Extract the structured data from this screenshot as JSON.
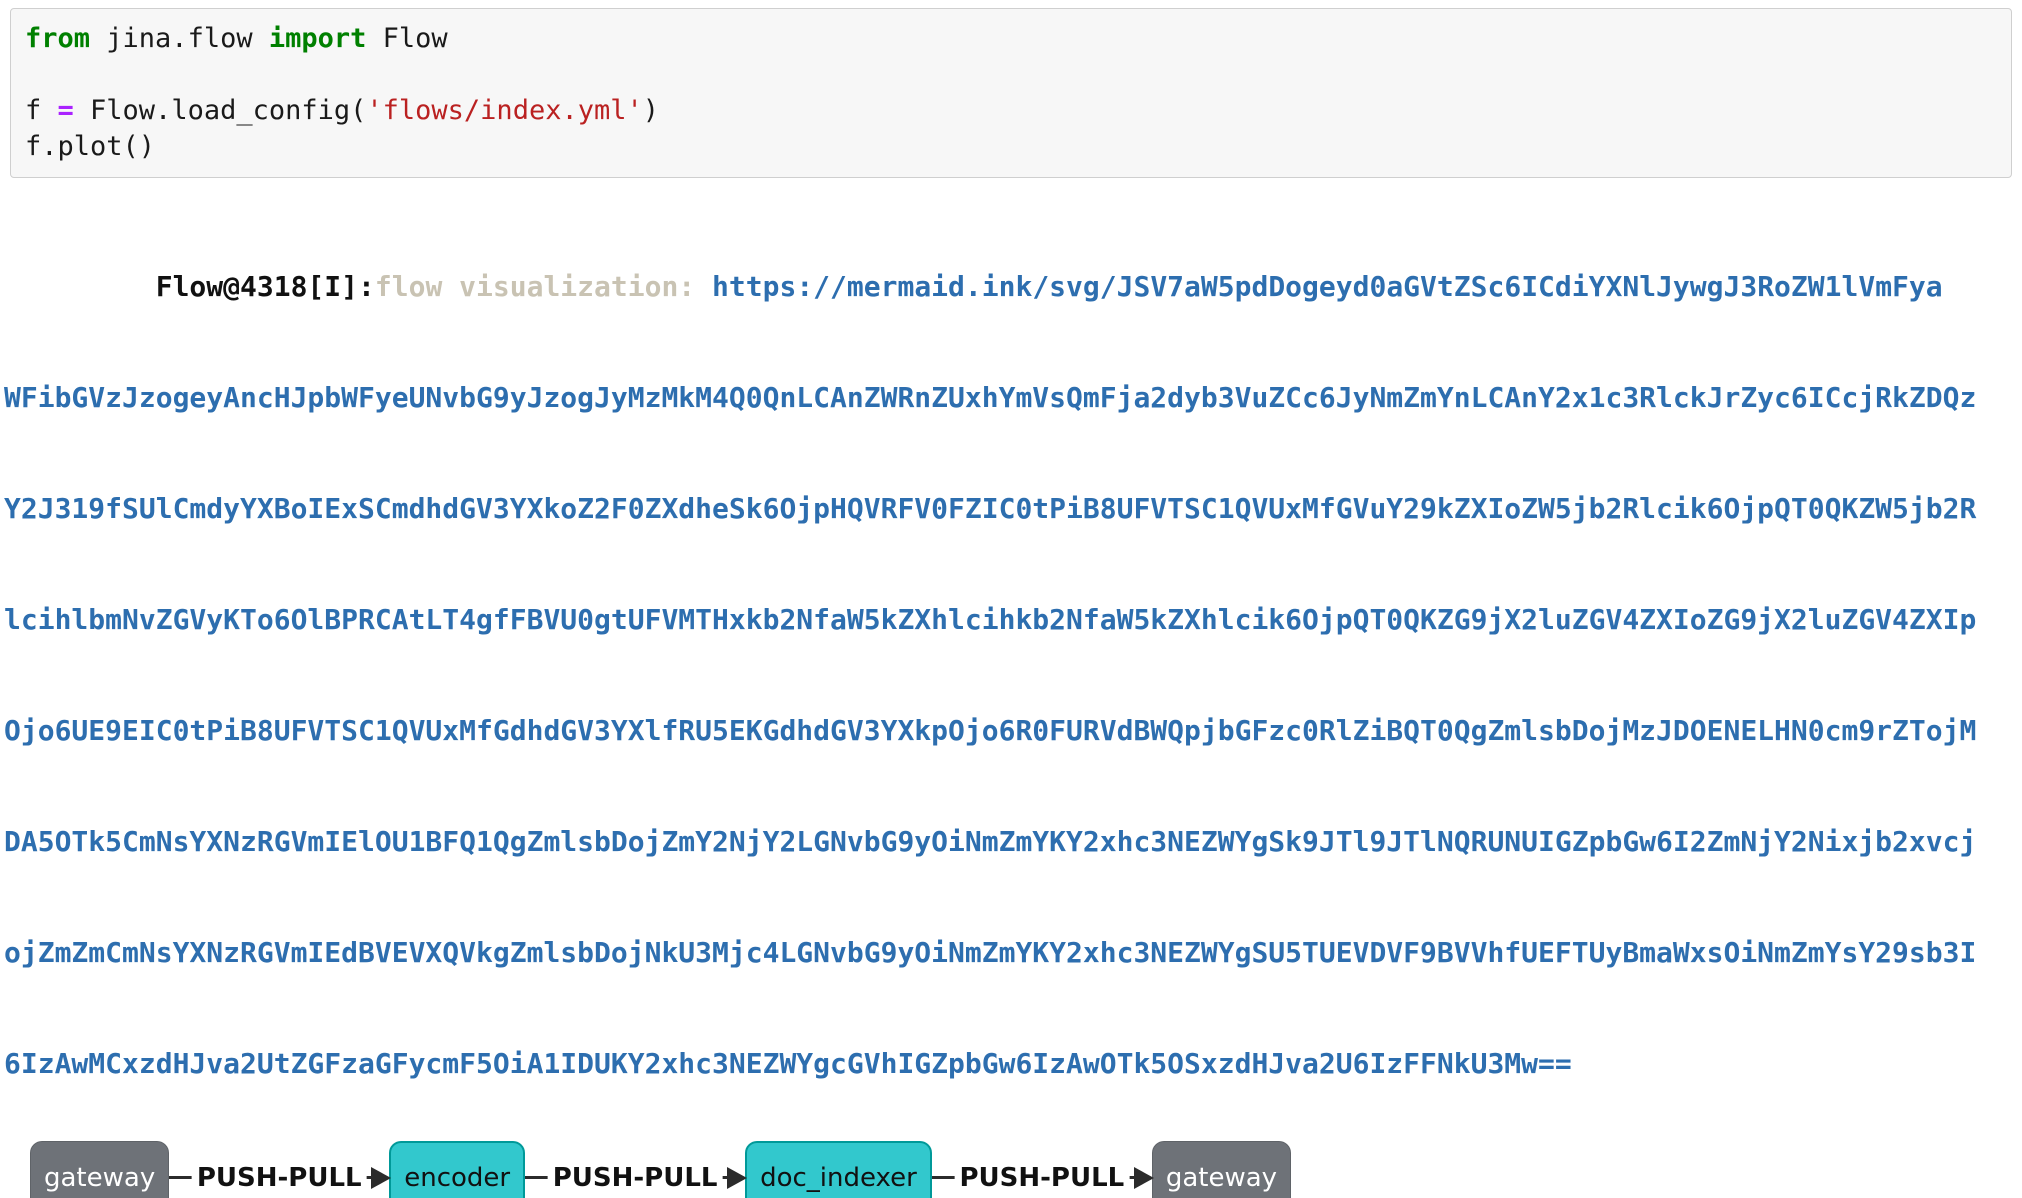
{
  "code_cell": {
    "lines": [
      [
        {
          "text": "from",
          "type": "kw"
        },
        {
          "text": " jina.flow ",
          "type": "pl"
        },
        {
          "text": "import",
          "type": "kw"
        },
        {
          "text": " Flow",
          "type": "pl"
        }
      ],
      [],
      [
        {
          "text": "f ",
          "type": "pl"
        },
        {
          "text": "=",
          "type": "op"
        },
        {
          "text": " Flow.load_config(",
          "type": "pl"
        },
        {
          "text": "'flows/index.yml'",
          "type": "str"
        },
        {
          "text": ")",
          "type": "pl"
        }
      ],
      [
        {
          "text": "f.plot()",
          "type": "pl"
        }
      ]
    ]
  },
  "output": {
    "prefix": "         Flow@4318[I]:",
    "label": "flow visualization: ",
    "url_lines": [
      "https://mermaid.ink/svg/JSV7aW5pdDogeyd0aGVtZSc6ICdiYXNlJywgJ3RoZW1lVmFya",
      "WFibGVzJzogeyAncHJpbWFyeUNvbG9yJzogJyMzMkM4Q0QnLCAnZWRnZUxhYmVsQmFja2dyb3VuZCc6JyNmZmYnLCAnY2x1c3RlckJrZyc6ICcjRkZDQz",
      "Y2J319fSUlCmdyYXBoIExSCmdhdGV3YXkoZ2F0ZXdheSk6OjpHQVRFV0FZIC0tPiB8UFVTSC1QVUxMfGVuY29kZXIoZW5jb2Rlcik6OjpQT0QKZW5jb2R",
      "lcihlbmNvZGVyKTo6OlBPRCAtLT4gfFBVU0gtUFVMTHxkb2NfaW5kZXhlcihkb2NfaW5kZXhlcik6OjpQT0QKZG9jX2luZGV4ZXIoZG9jX2luZGV4ZXIp",
      "Ojo6UE9EIC0tPiB8UFVTSC1QVUxMfGdhdGV3YXlfRU5EKGdhdGV3YXkpOjo6R0FURVdBWQpjbGFzc0RlZiBQT0QgZmlsbDojMzJDOENELHN0cm9rZTojM",
      "DA5OTk5CmNsYXNzRGVmIElOU1BFQ1QgZmlsbDojZmY2NjY2LGNvbG9yOiNmZmYKY2xhc3NEZWYgSk9JTl9JTlNQRUNUIGZpbGw6I2ZmNjY2Nixjb2xvcj",
      "ojZmZmCmNsYXNzRGVmIEdBVEVXQVkgZmlsbDojNkU3Mjc4LGNvbG9yOiNmZmYKY2xhc3NEZWYgSU5TUEVDVF9BVVhfUEFTUyBmaWxsOiNmZmYsY29sb3I",
      "6IzAwMCxzdHJva2UtZGFzaGFycmF5OiA1IDUKY2xhc3NEZWYgcGVhIGZpbGw6IzAwOTk5OSxzdHJva2U6IzFFNkU3Mw=="
    ]
  },
  "diagram": {
    "nodes": [
      {
        "label": "gateway",
        "kind": "gateway"
      },
      {
        "label": "encoder",
        "kind": "pod"
      },
      {
        "label": "doc_indexer",
        "kind": "pod"
      },
      {
        "label": "gateway",
        "kind": "gateway"
      }
    ],
    "edges": [
      {
        "label": "PUSH-PULL"
      },
      {
        "label": "PUSH-PULL"
      },
      {
        "label": "PUSH-PULL"
      }
    ]
  },
  "colors": {
    "pod_fill": "#32C8CD",
    "pod_stroke": "#009999",
    "gateway_fill": "#6E7278",
    "keyword_green": "#008000",
    "operator_purple": "#AA22FF",
    "string_red": "#BA2121",
    "url_blue": "#2D6EAF",
    "log_label_tan": "#C9C3B3",
    "cell_bg": "#F7F7F7",
    "cell_border": "#CFCFCF",
    "edge_stroke": "#2B2B2B"
  }
}
